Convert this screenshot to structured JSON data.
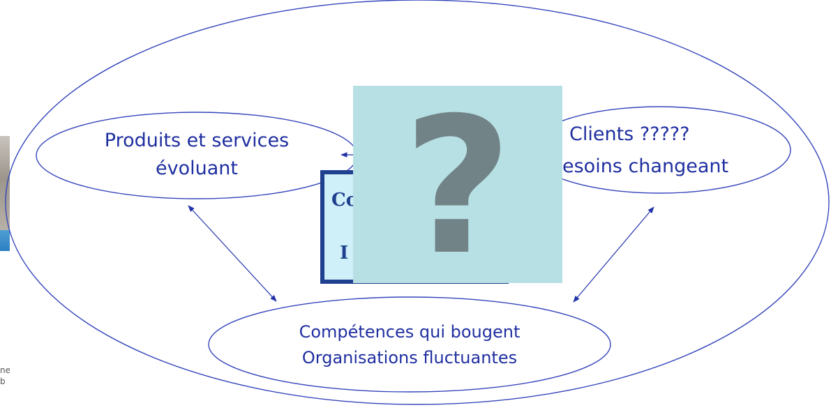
{
  "nodes": {
    "produits": {
      "line1": "Produits et services",
      "line2": "évoluant"
    },
    "clients": {
      "line1": "Clients ?????",
      "line2": "esoins changeant"
    },
    "competences": {
      "line1": "Compétences qui bougent",
      "line2": "Organisations fluctuantes"
    }
  },
  "center_box": {
    "text_top": "Co",
    "text_bottom": "I"
  },
  "overlay": {
    "symbol": "?"
  },
  "left_fragments": {
    "line1": "ne",
    "line2": "b"
  },
  "colors": {
    "text": "#1f2fa0",
    "stroke": "#2233aa",
    "box_border": "#1f3f8f",
    "box_fill": "#cfeff9",
    "overlay_fill": "#b7e0e4",
    "overlay_symbol": "#718387"
  }
}
